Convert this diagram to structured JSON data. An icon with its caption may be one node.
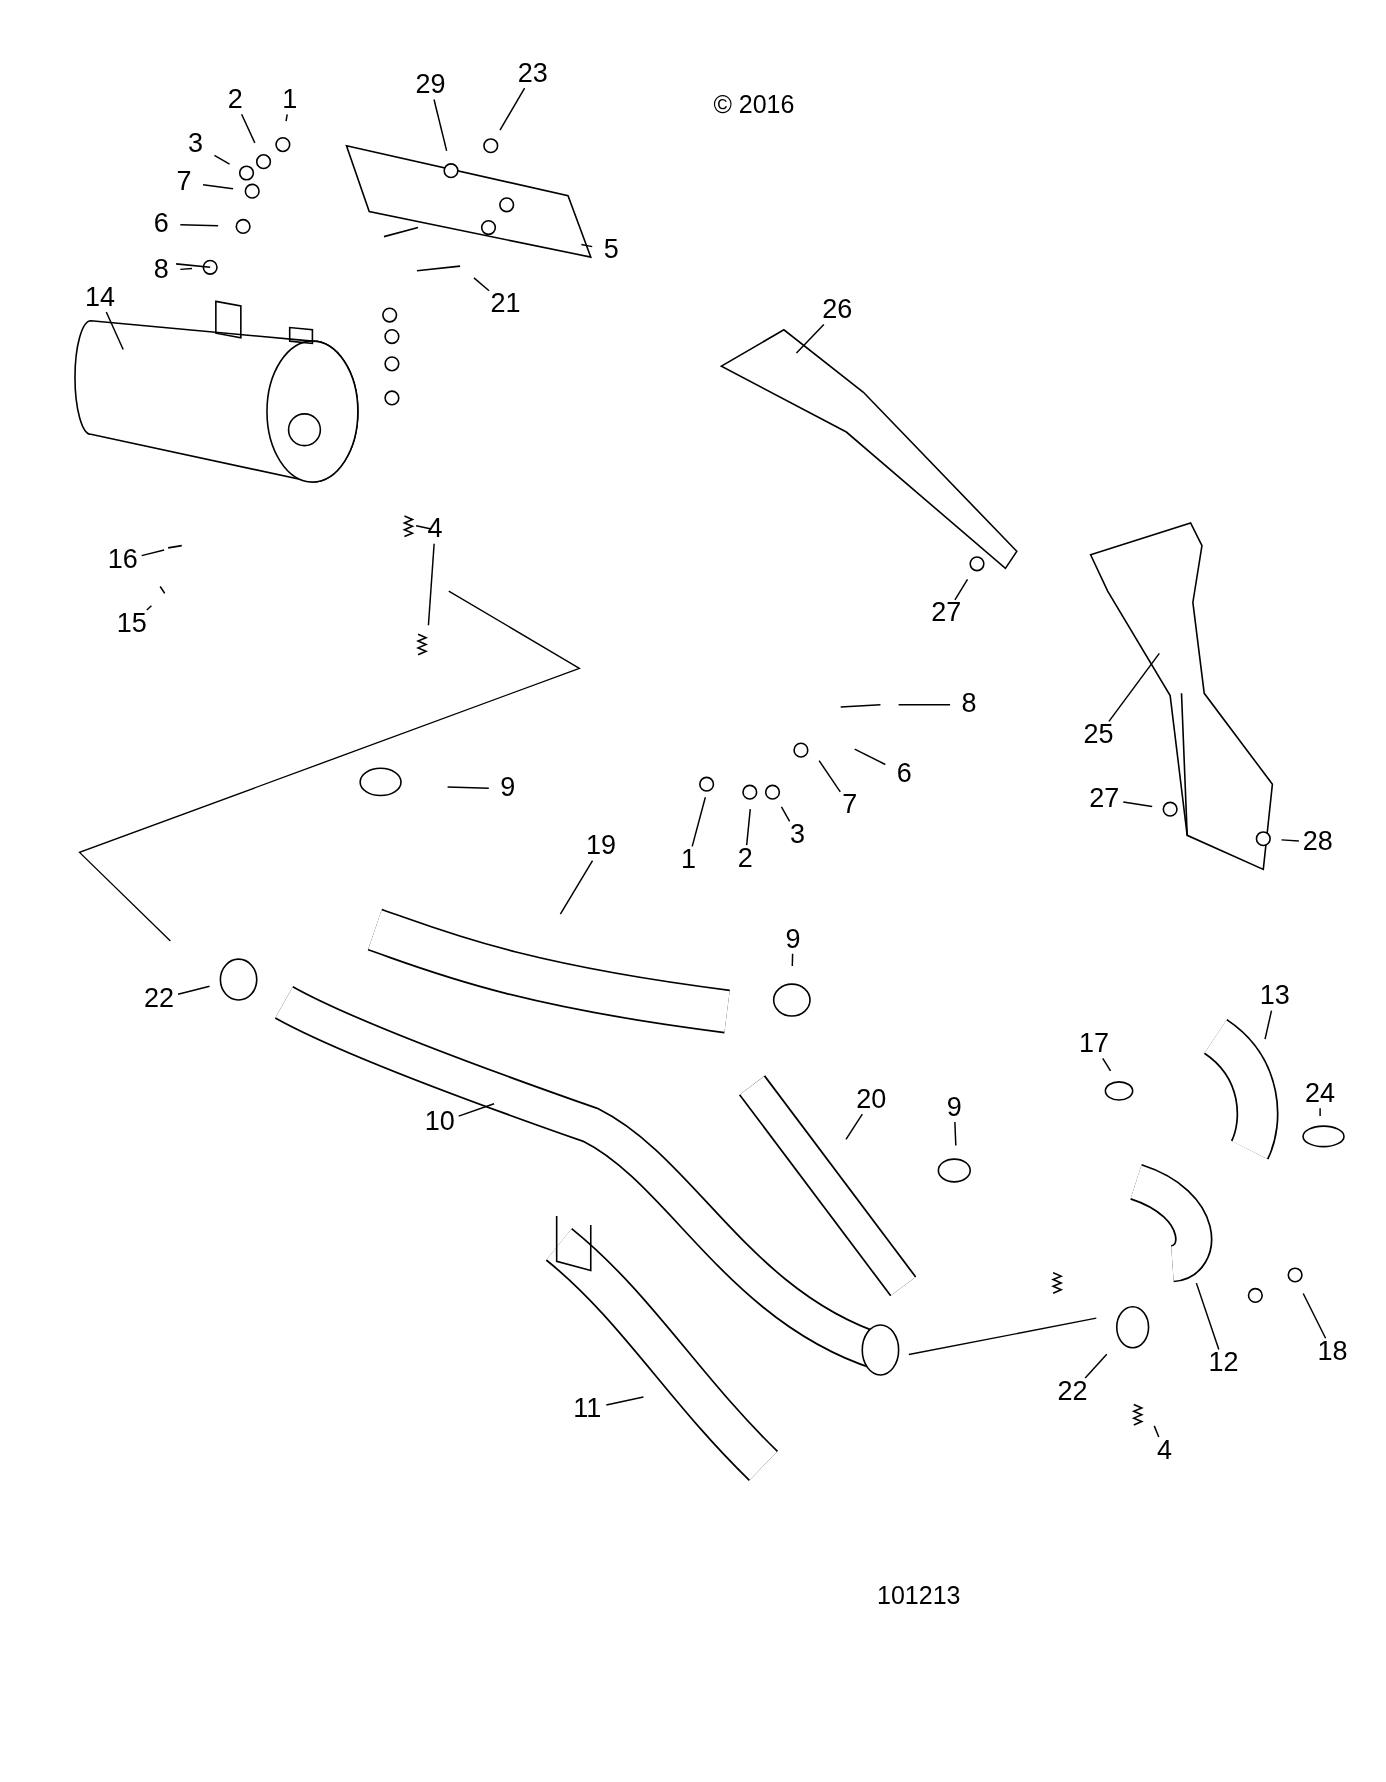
{
  "diagram": {
    "nodes": [
      {
        "text": [
          "1"
        ]
      },
      {
        "text": [
          "2"
        ]
      },
      {
        "text": [
          "3"
        ]
      },
      {
        "text": [
          "7"
        ]
      },
      {
        "text": [
          "6"
        ]
      },
      {
        "text": [
          "8"
        ]
      },
      {
        "text": [
          "29"
        ]
      },
      {
        "text": [
          "23"
        ]
      },
      {
        "text": [
          "5"
        ]
      },
      {
        "text": [
          "21"
        ]
      },
      {
        "text": [
          "14"
        ]
      },
      {
        "text": [
          "26"
        ]
      },
      {
        "text": [
          "4"
        ]
      },
      {
        "text": [
          "16"
        ]
      },
      {
        "text": [
          "15"
        ]
      },
      {
        "text": [
          "27"
        ]
      },
      {
        "text": [
          "25"
        ]
      },
      {
        "text": [
          "8"
        ]
      },
      {
        "text": [
          "6"
        ]
      },
      {
        "text": [
          "7"
        ]
      },
      {
        "text": [
          "3"
        ]
      },
      {
        "text": [
          "2"
        ]
      },
      {
        "text": [
          "1"
        ]
      },
      {
        "text": [
          "9"
        ]
      },
      {
        "text": [
          "19"
        ]
      },
      {
        "text": [
          "27"
        ]
      },
      {
        "text": [
          "28"
        ]
      },
      {
        "text": [
          "22"
        ]
      },
      {
        "text": [
          "9"
        ]
      },
      {
        "text": [
          "13"
        ]
      },
      {
        "text": [
          "17"
        ]
      },
      {
        "text": [
          "24"
        ]
      },
      {
        "text": [
          "10"
        ]
      },
      {
        "text": [
          "20"
        ]
      },
      {
        "text": [
          "9"
        ]
      },
      {
        "text": [
          "18"
        ]
      },
      {
        "text": [
          "12"
        ]
      },
      {
        "text": [
          "22"
        ]
      },
      {
        "text": [
          "4"
        ]
      },
      {
        "text": [
          "11"
        ]
      }
    ],
    "edges": [
      {
        "from": 0,
        "to": null,
        "arrow": "none"
      },
      {
        "from": 1,
        "to": null,
        "arrow": "none"
      },
      {
        "from": 2,
        "to": null,
        "arrow": "none"
      },
      {
        "from": 3,
        "to": null,
        "arrow": "none"
      },
      {
        "from": 4,
        "to": null,
        "arrow": "none"
      },
      {
        "from": 5,
        "to": null,
        "arrow": "none"
      },
      {
        "from": 6,
        "to": null,
        "arrow": "none"
      },
      {
        "from": 7,
        "to": null,
        "arrow": "none"
      },
      {
        "from": 8,
        "to": null,
        "arrow": "none"
      },
      {
        "from": 9,
        "to": null,
        "arrow": "none"
      },
      {
        "from": 10,
        "to": null,
        "arrow": "none"
      },
      {
        "from": 11,
        "to": null,
        "arrow": "none"
      },
      {
        "from": 12,
        "to": null,
        "arrow": "none"
      },
      {
        "from": 12,
        "to": null,
        "arrow": "none"
      },
      {
        "from": 13,
        "to": null,
        "arrow": "none"
      },
      {
        "from": 14,
        "to": null,
        "arrow": "none"
      },
      {
        "from": 15,
        "to": null,
        "arrow": "none"
      },
      {
        "from": 16,
        "to": null,
        "arrow": "none"
      },
      {
        "from": 17,
        "to": null,
        "arrow": "none"
      },
      {
        "from": 18,
        "to": null,
        "arrow": "none"
      },
      {
        "from": 19,
        "to": null,
        "arrow": "none"
      },
      {
        "from": 20,
        "to": null,
        "arrow": "none"
      },
      {
        "from": 21,
        "to": null,
        "arrow": "none"
      },
      {
        "from": 22,
        "to": null,
        "arrow": "none"
      },
      {
        "from": 23,
        "to": null,
        "arrow": "none"
      },
      {
        "from": 24,
        "to": null,
        "arrow": "none"
      },
      {
        "from": 25,
        "to": null,
        "arrow": "none"
      },
      {
        "from": 26,
        "to": null,
        "arrow": "none"
      },
      {
        "from": 27,
        "to": null,
        "arrow": "none"
      },
      {
        "from": 28,
        "to": null,
        "arrow": "none"
      },
      {
        "from": 29,
        "to": null,
        "arrow": "none"
      },
      {
        "from": 30,
        "to": null,
        "arrow": "none"
      },
      {
        "from": 31,
        "to": null,
        "arrow": "none"
      },
      {
        "from": 32,
        "to": null,
        "arrow": "none"
      },
      {
        "from": 33,
        "to": null,
        "arrow": "none"
      },
      {
        "from": 34,
        "to": null,
        "arrow": "none"
      },
      {
        "from": 35,
        "to": null,
        "arrow": "none"
      },
      {
        "from": 36,
        "to": null,
        "arrow": "none"
      },
      {
        "from": 37,
        "to": null,
        "arrow": "none"
      },
      {
        "from": 38,
        "to": null,
        "arrow": "none"
      },
      {
        "from": 39,
        "to": null,
        "arrow": "none"
      }
    ],
    "labels": [
      "© 2016",
      "101213"
    ]
  }
}
